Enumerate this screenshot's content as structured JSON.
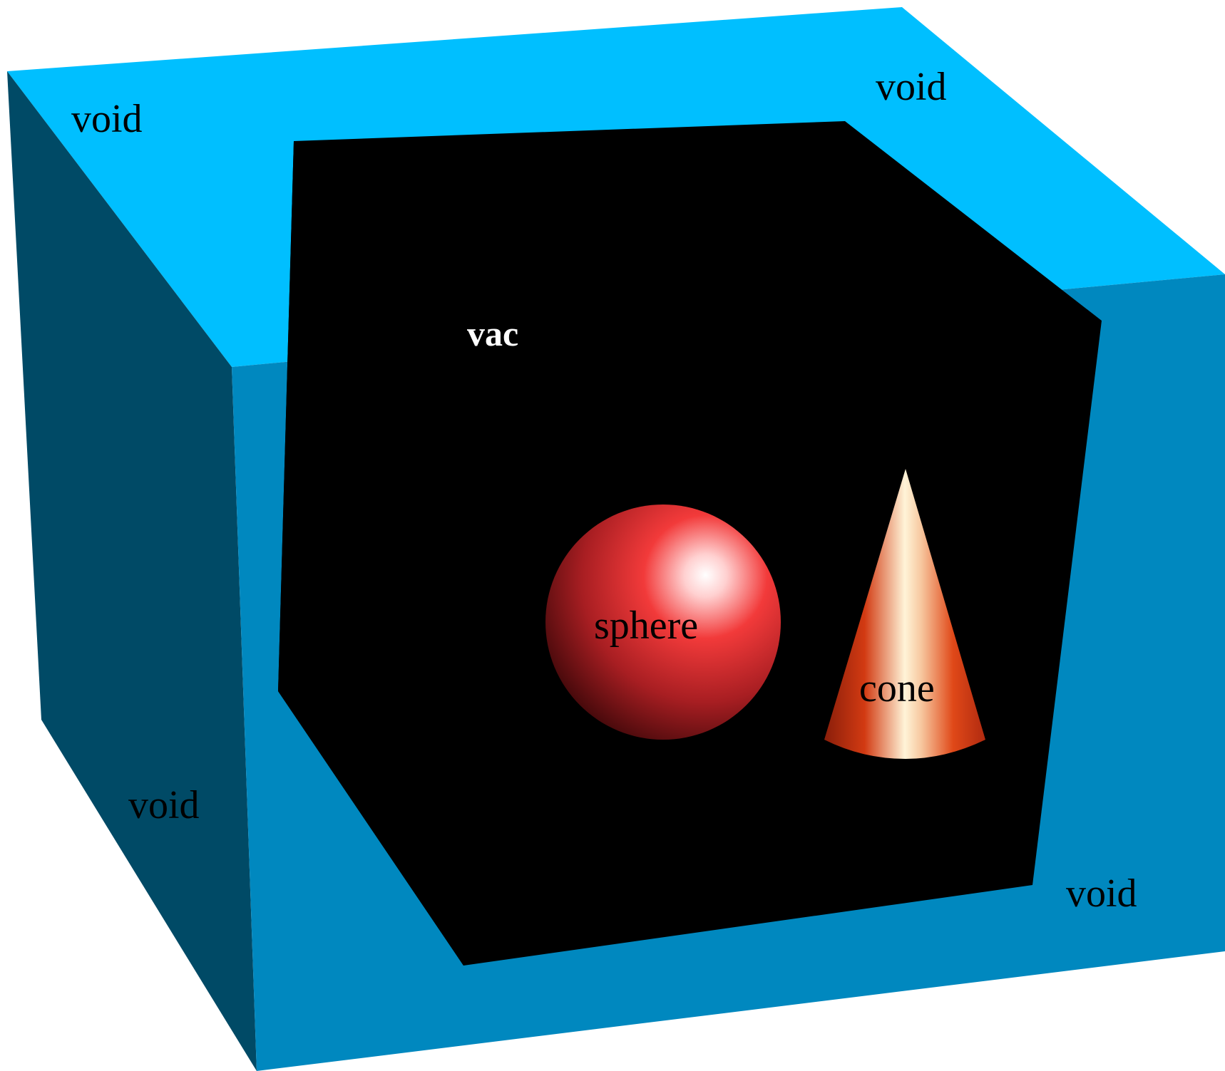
{
  "colors": {
    "void_top": "#00BFFF",
    "void_left": "#004A66",
    "void_front": "#0088BF",
    "vacuum": "#000000",
    "sphere": "#E8242B",
    "cone": "#E8401A"
  },
  "labels": {
    "void_top_left": "void",
    "void_top_right": "void",
    "void_bottom_left": "void",
    "void_bottom_right": "void",
    "vacuum": "vac",
    "sphere": "sphere",
    "cone": "cone"
  }
}
